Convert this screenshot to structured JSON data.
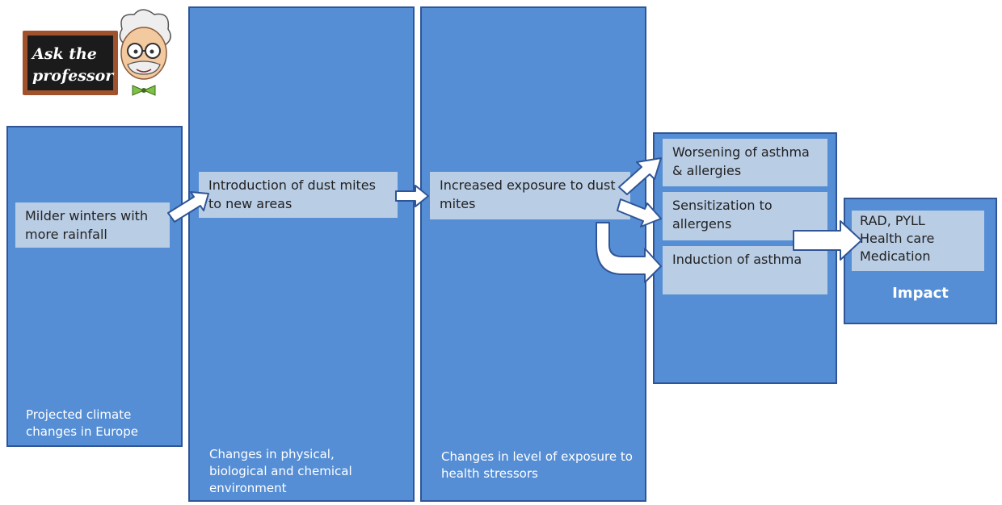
{
  "badge": {
    "line1": "Ask the",
    "line2": "professor"
  },
  "columns": [
    {
      "label": "Projected climate changes in Europe",
      "box": "Milder winters with more rainfall"
    },
    {
      "label": "Changes in physical, biological and chemical environment",
      "box": "Introduction of dust mites to new areas"
    },
    {
      "label": "Changes in level of exposure to health stressors",
      "box": "Increased exposure to dust mites"
    }
  ],
  "effects": [
    "Worsening of asthma & allergies",
    "Sensitization to allergens",
    "Induction of asthma"
  ],
  "impact": {
    "items": [
      "RAD, PYLL",
      "Health care",
      "Medication"
    ],
    "label": "Impact"
  },
  "colors": {
    "column_fill": "#558ed5",
    "column_border": "#2f5597",
    "box_fill": "#b9cde5",
    "arrow_fill": "#ffffff"
  }
}
